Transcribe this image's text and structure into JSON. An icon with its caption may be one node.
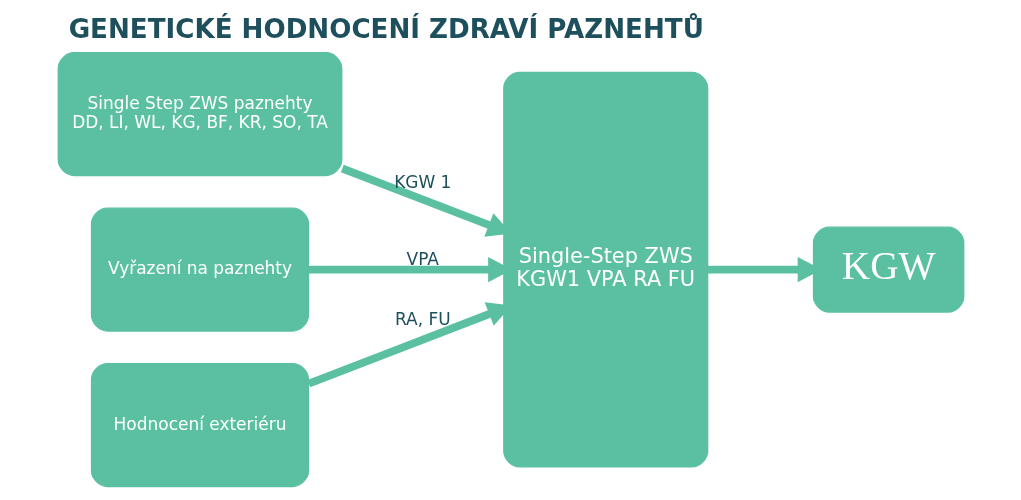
{
  "diagram": {
    "title": "GENETICKÉ HODNOCENÍ ZDRAVÍ PAZNEHTŮ",
    "nodes": [
      {
        "text": [
          "Single Step ZWS paznehty",
          "DD, LI, WL, KG, BF, KR, SO, TA"
        ]
      },
      {
        "text": [
          "Vyřazení na paznehty"
        ]
      },
      {
        "text": [
          "Hodnocení exteriéru"
        ]
      },
      {
        "text": [
          "Single-Step ZWS",
          "KGW1 VPA RA FU"
        ]
      },
      {
        "text": [
          "KGW"
        ]
      }
    ],
    "edges": [
      {
        "from": 0,
        "to": 3,
        "arrow": "to",
        "label": "KGW 1"
      },
      {
        "from": 1,
        "to": 3,
        "arrow": "to",
        "label": "VPA"
      },
      {
        "from": 2,
        "to": 3,
        "arrow": "to",
        "label": "RA, FU"
      },
      {
        "from": 3,
        "to": 4,
        "arrow": "to"
      }
    ]
  }
}
